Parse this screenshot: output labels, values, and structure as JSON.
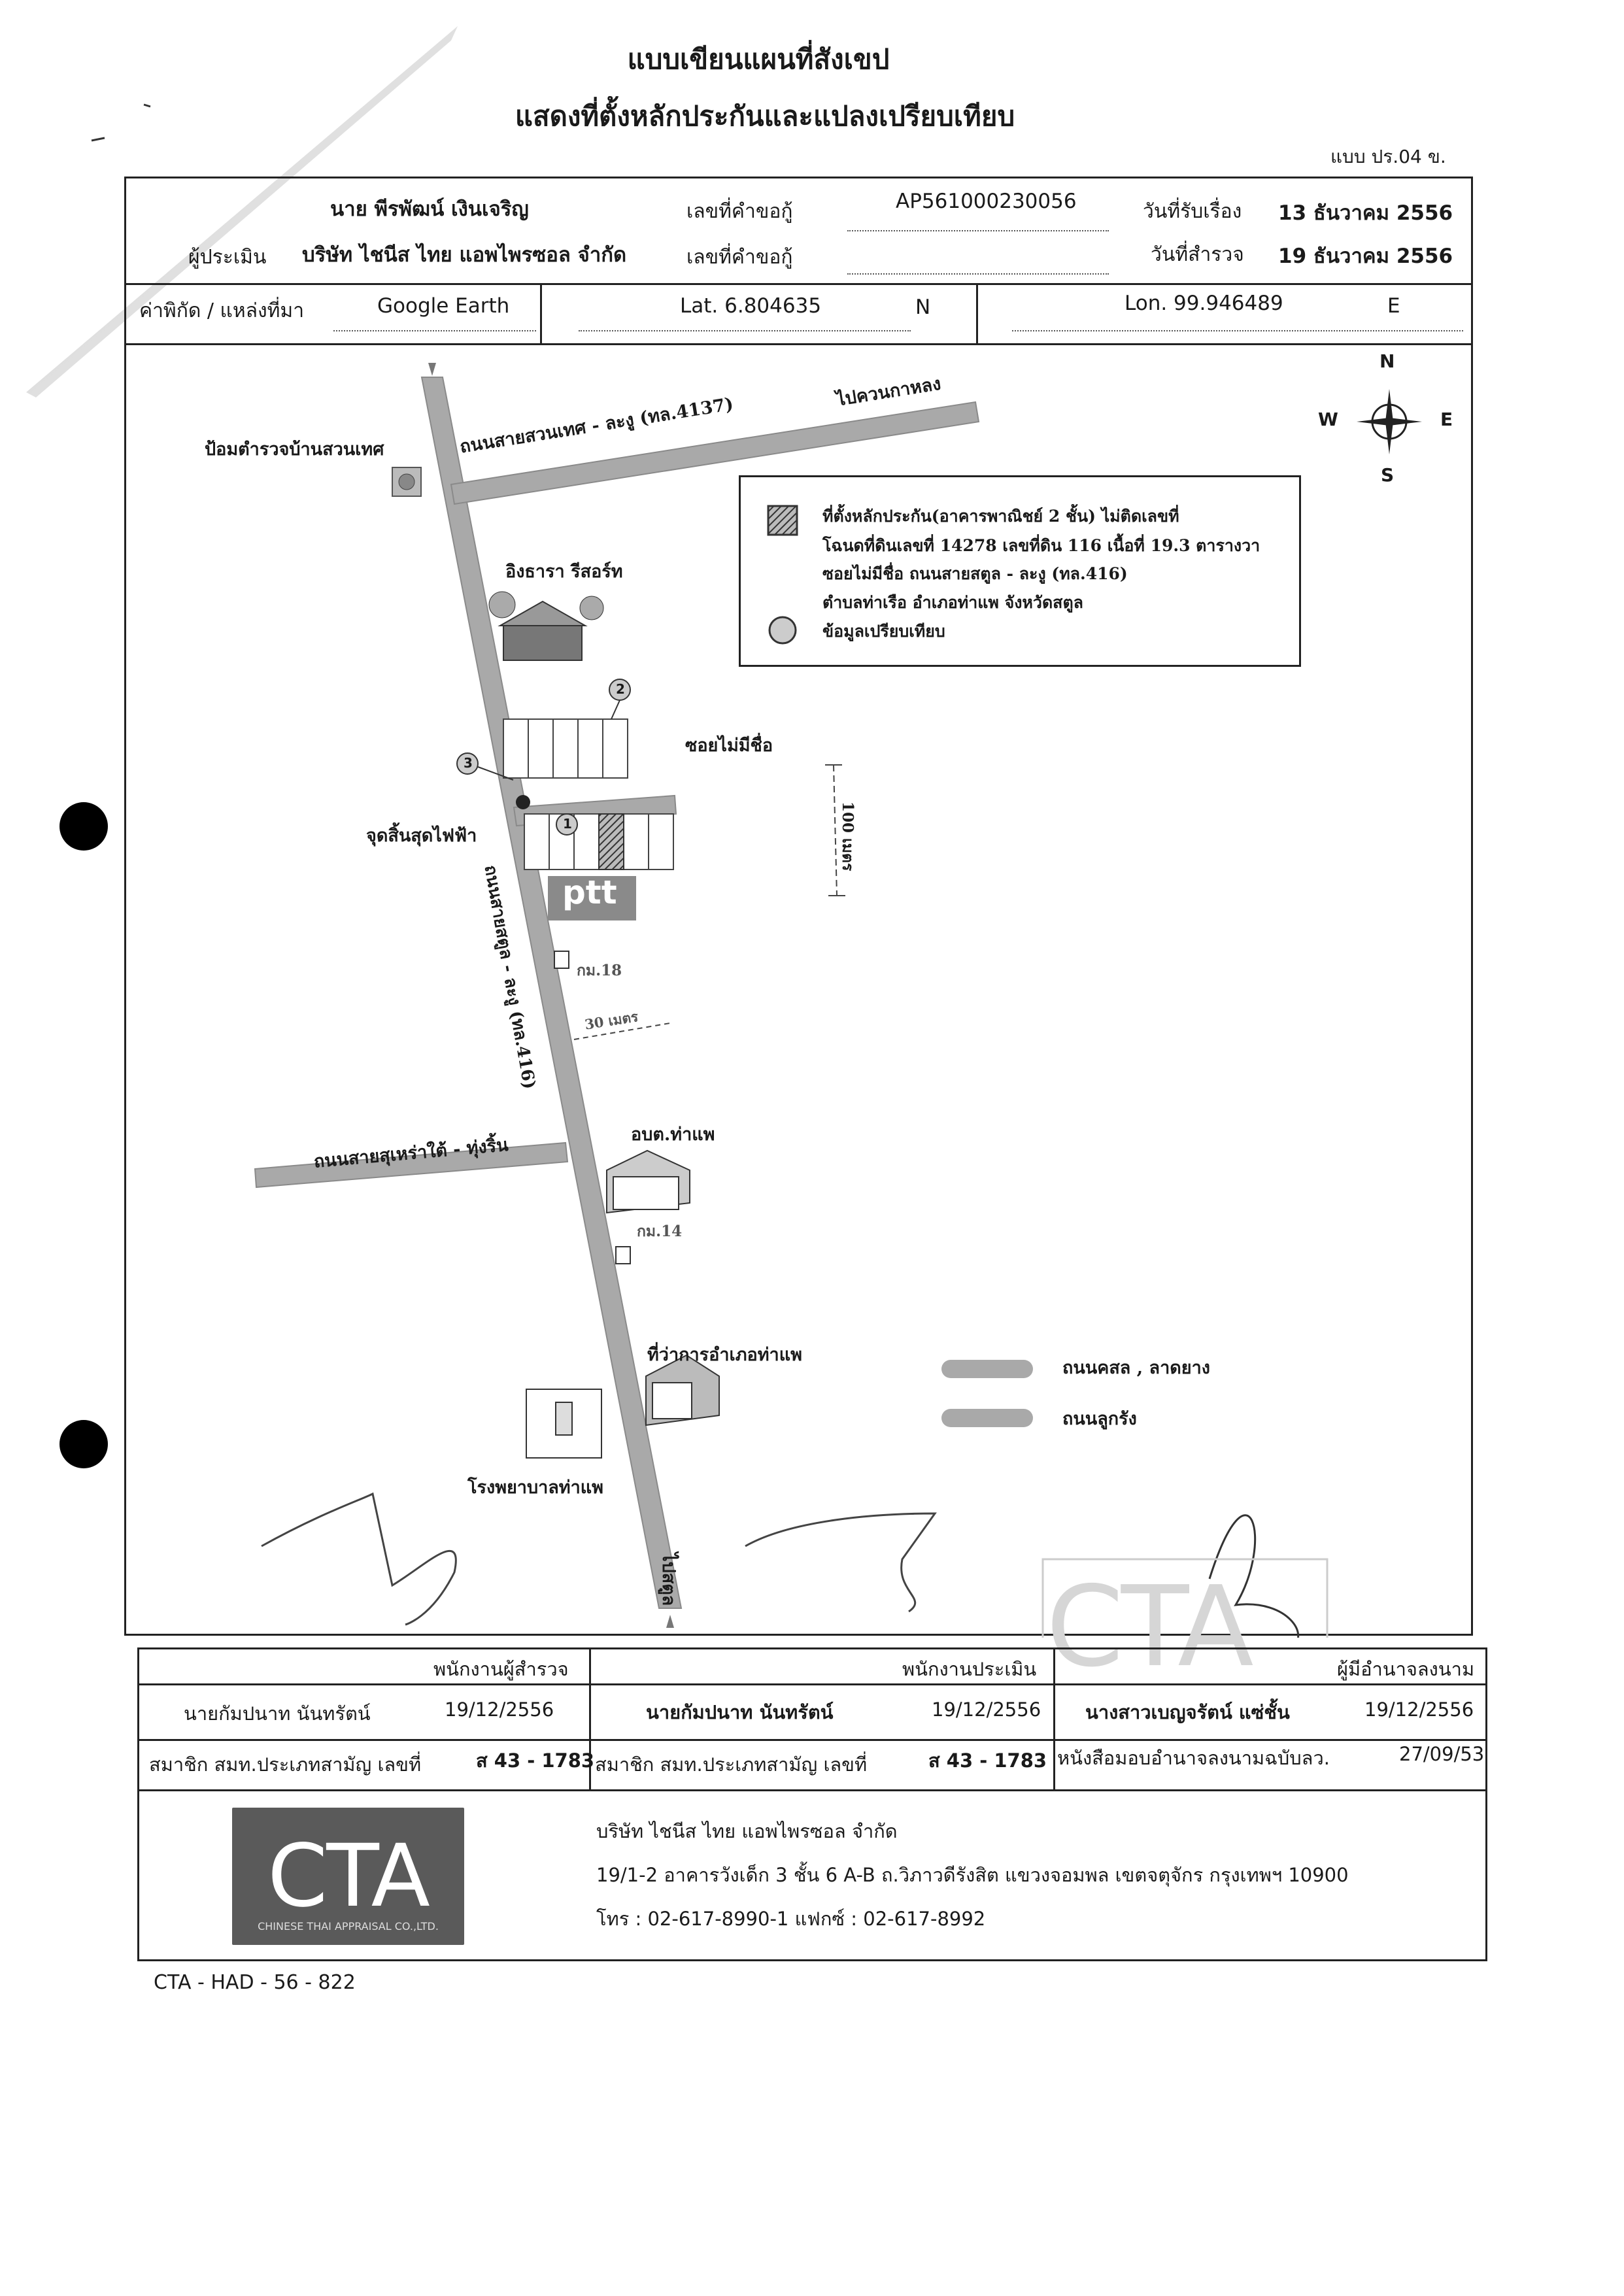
{
  "doc": {
    "title": "แบบเขียนแผนที่สังเขป",
    "subtitle": "แสดงที่ตั้งหลักประกันและแปลงเปรียบเทียบ",
    "form_code": "แบบ ปร.04 ข."
  },
  "header": {
    "owner_name": "นาย พีรพัฒน์ เงินเจริญ",
    "loan_no_label": "เลขที่คำขอกู้",
    "loan_no": "AP561000230056",
    "received_label": "วันที่รับเรื่อง",
    "received_date": "13 ธันวาคม 2556",
    "appraiser_label": "ผู้ประเมิน",
    "appraiser_company": "บริษัท ไชนีส ไทย แอพไพรซอล จำกัด",
    "loan_no_label2": "เลขที่คำขอกู้",
    "survey_label": "วันที่สำรวจ",
    "survey_date": "19 ธันวาคม 2556",
    "coord_label": "ค่าพิกัด / แหล่งที่มา",
    "coord_source": "Google Earth",
    "lat": "Lat. 6.804635",
    "lat_dir": "N",
    "lon": "Lon. 99.946489",
    "lon_dir": "E"
  },
  "map": {
    "compass": {
      "n": "N",
      "s": "S",
      "e": "E",
      "w": "W"
    },
    "labels": {
      "police": "ป้อมตำรวจบ้านสวนเทศ",
      "road_top": "ถนนสายสวนเทศ - ละงู (ทล.4137)",
      "to_kuan": "ไปควนกาหลง",
      "resort": "อิงธารา รีสอร์ท",
      "soi": "ซอยไม่มีชื่อ",
      "pole": "จุดสิ้นสุดไฟฟ้า",
      "main_road": "ถนนสายสตูล - ละงู (ทล.416)",
      "dist_100": "100 เมตร",
      "km18": "กม.18",
      "dist_30": "30 เมตร",
      "obt": "อบต.ท่าแพ",
      "road_left": "ถนนสายสุเหร่าใต้ - ทุ่งริ้น",
      "km14": "กม.14",
      "district": "ที่ว่าการอำเภอท่าแพ",
      "hospital": "โรงพยาบาลท่าแพ",
      "to_satun": "ไปสตูล",
      "ptt": "ptt",
      "m1": "1",
      "m2": "2",
      "m3": "3"
    },
    "legend": {
      "line1": "ที่ตั้งหลักประกัน(อาคารพาณิชย์ 2 ชั้น) ไม่ติดเลขที่",
      "line2": "โฉนดที่ดินเลขที่ 14278 เลขที่ดิน 116 เนื้อที่ 19.3 ตารางวา",
      "line3": "ซอยไม่มีชื่อ ถนนสายสตูล - ละงู (ทล.416)",
      "line4": "ตำบลท่าเรือ อำเภอท่าแพ จังหวัดสตูล",
      "line5": "ข้อมูลเปรียบเทียบ"
    },
    "road_legend": {
      "paved": "ถนนคสล , ลาดยาง",
      "laterite": "ถนนลูกรัง"
    }
  },
  "signatures": {
    "surveyor_role": "พนักงานผู้สำรวจ",
    "surveyor_name": "นายกัมปนาท นันทรัตน์",
    "surveyor_date": "19/12/2556",
    "surveyor_member_label": "สมาชิก สมท.ประเภทสามัญ เลขที่",
    "surveyor_member_no": "ส 43 - 1783",
    "appraiser_role": "พนักงานประเมิน",
    "appraiser_name": "นายกัมปนาท นันทรัตน์",
    "appraiser_date": "19/12/2556",
    "appraiser_member_label": "สมาชิก สมท.ประเภทสามัญ เลขที่",
    "appraiser_member_no": "ส 43 - 1783",
    "authorized_role": "ผู้มีอำนาจลงนาม",
    "authorized_name": "นางสาวเบญจรัตน์ แซ่ชั้น",
    "authorized_date": "19/12/2556",
    "poa_label": "หนังสือมอบอำนาจลงนามฉบับลว.",
    "poa_date": "27/09/53"
  },
  "company": {
    "logo_text": "CTA",
    "logo_sub": "CHINESE THAI APPRAISAL CO.,LTD.",
    "name": "บริษัท ไชนีส ไทย แอพไพรซอล จำกัด",
    "address": "19/1-2 อาคารวังเด็ก 3 ชั้น 6 A-B ถ.วิภาวดีรังสิต แขวงจอมพล เขตจตุจักร กรุงเทพฯ 10900",
    "contact": "โทร : 02-617-8990-1 แฟกซ์ : 02-617-8992"
  },
  "doc_ref": "CTA - HAD - 56 - 822"
}
